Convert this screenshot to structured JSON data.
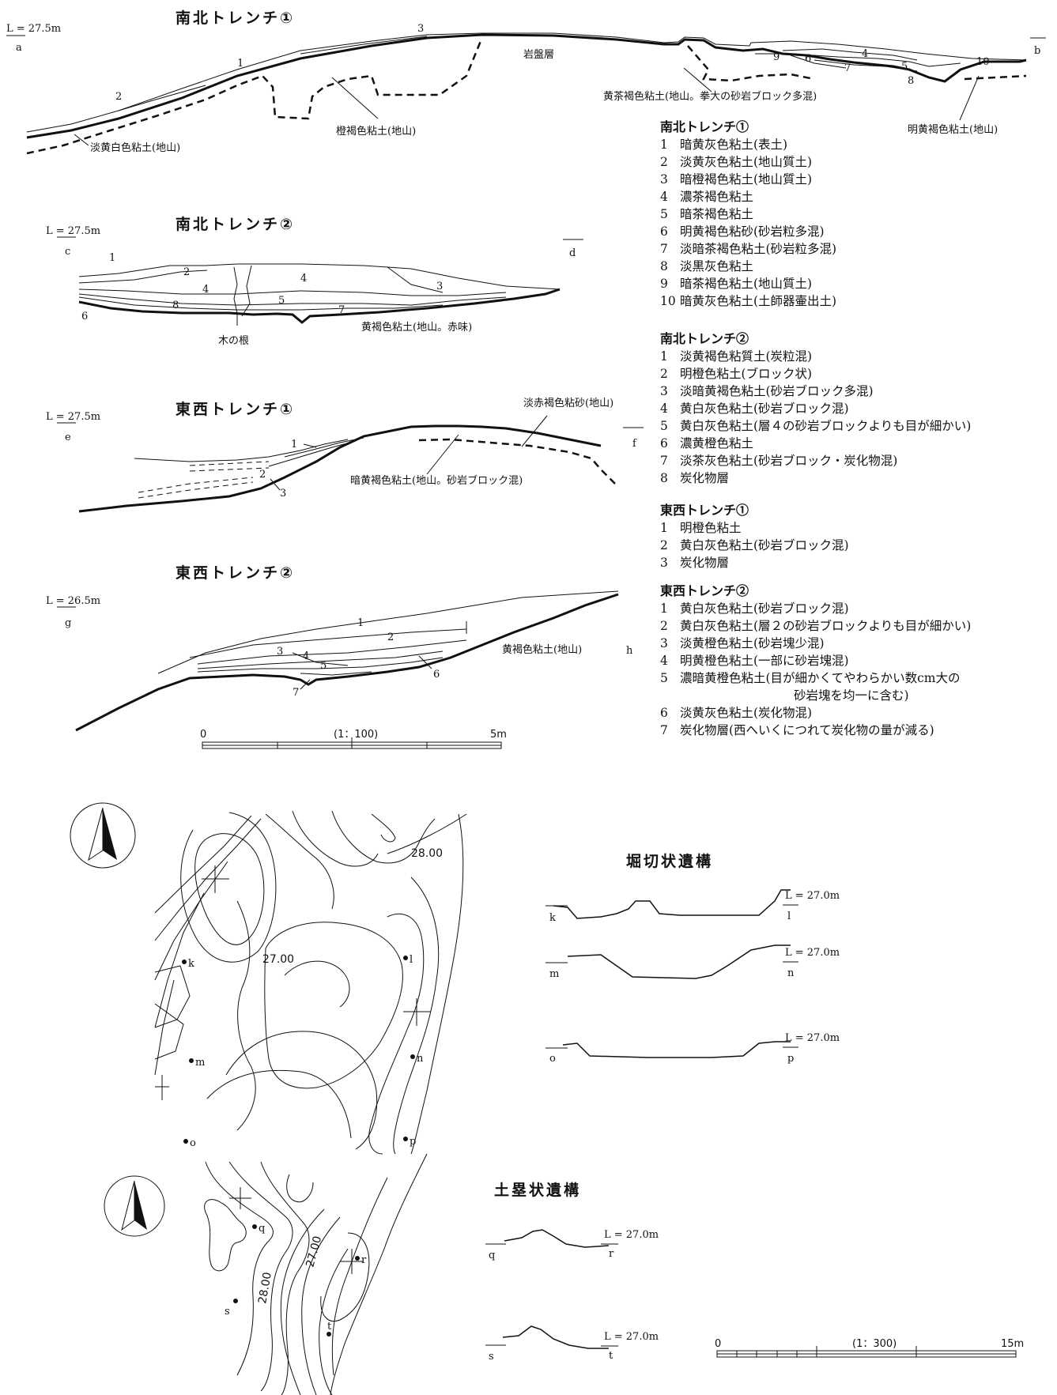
{
  "sections": {
    "ns1": {
      "title": "南北トレンチ①",
      "level": "L = 27.5m",
      "left_mark": "a",
      "right_mark": "b",
      "layer_numbers": [
        "1",
        "2",
        "3",
        "4",
        "5",
        "6",
        "7",
        "8",
        "9",
        "10"
      ],
      "labels": {
        "bedrock": "岩盤層",
        "yellow_brown_clay": "黄茶褐色粘土(地山。拳大の砂岩ブロック多混)",
        "orange_brown_clay": "橙褐色粘土(地山)",
        "light_yellow_white_clay": "淡黄白色粘土(地山)",
        "bright_yellow_brown_clay": "明黄褐色粘土(地山)"
      }
    },
    "ns2": {
      "title": "南北トレンチ②",
      "level": "L = 27.5m",
      "left_mark": "c",
      "right_mark": "d",
      "layer_numbers": [
        "1",
        "2",
        "3",
        "4",
        "4",
        "5",
        "6",
        "7",
        "8"
      ],
      "labels": {
        "root": "木の根",
        "yellow_brown_clay": "黄褐色粘土(地山。赤味)"
      }
    },
    "ew1": {
      "title": "東西トレンチ①",
      "level": "L = 27.5m",
      "left_mark": "e",
      "right_mark": "f",
      "layer_numbers": [
        "1",
        "2",
        "3"
      ],
      "labels": {
        "light_red_brown": "淡赤褐色粘砂(地山)",
        "dark_yellow_brown": "暗黄褐色粘土(地山。砂岩ブロック混)"
      }
    },
    "ew2": {
      "title": "東西トレンチ②",
      "level": "L = 26.5m",
      "left_mark": "g",
      "right_mark": "h",
      "layer_numbers": [
        "1",
        "2",
        "3",
        "4",
        "5",
        "6",
        "7"
      ],
      "labels": {
        "yellow_brown_clay": "黄褐色粘土(地山)"
      }
    }
  },
  "scale_top": {
    "start": "0",
    "ratio": "(1：100)",
    "end": "5m"
  },
  "legend": {
    "ns1": {
      "heading": "南北トレンチ①",
      "items": [
        {
          "num": "1",
          "text": "暗黄灰色粘土(表土)"
        },
        {
          "num": "2",
          "text": "淡黄灰色粘土(地山質土)"
        },
        {
          "num": "3",
          "text": "暗橙褐色粘土(地山質土)"
        },
        {
          "num": "4",
          "text": "濃茶褐色粘土"
        },
        {
          "num": "5",
          "text": "暗茶褐色粘土"
        },
        {
          "num": "6",
          "text": "明黄褐色粘砂(砂岩粒多混)"
        },
        {
          "num": "7",
          "text": "淡暗茶褐色粘土(砂岩粒多混)"
        },
        {
          "num": "8",
          "text": "淡黒灰色粘土"
        },
        {
          "num": "9",
          "text": "暗茶褐色粘土(地山質土)"
        },
        {
          "num": "10",
          "text": "暗黄灰色粘土(土師器壷出土)"
        }
      ]
    },
    "ns2": {
      "heading": "南北トレンチ②",
      "items": [
        {
          "num": "1",
          "text": "淡黄褐色粘質土(炭粒混)"
        },
        {
          "num": "2",
          "text": "明橙色粘土(ブロック状)"
        },
        {
          "num": "3",
          "text": "淡暗黄褐色粘土(砂岩ブロック多混)"
        },
        {
          "num": "4",
          "text": "黄白灰色粘土(砂岩ブロック混)"
        },
        {
          "num": "5",
          "text": "黄白灰色粘土(層４の砂岩ブロックよりも目が細かい)"
        },
        {
          "num": "6",
          "text": "濃黄橙色粘土"
        },
        {
          "num": "7",
          "text": "淡茶灰色粘土(砂岩ブロック・炭化物混)"
        },
        {
          "num": "8",
          "text": "炭化物層"
        }
      ]
    },
    "ew1": {
      "heading": "東西トレンチ①",
      "items": [
        {
          "num": "1",
          "text": "明橙色粘土"
        },
        {
          "num": "2",
          "text": "黄白灰色粘土(砂岩ブロック混)"
        },
        {
          "num": "3",
          "text": "炭化物層"
        }
      ]
    },
    "ew2": {
      "heading": "東西トレンチ②",
      "items": [
        {
          "num": "1",
          "text": "黄白灰色粘土(砂岩ブロック混)"
        },
        {
          "num": "2",
          "text": "黄白灰色粘土(層２の砂岩ブロックよりも目が細かい)"
        },
        {
          "num": "3",
          "text": "淡黄橙色粘土(砂岩塊少混)"
        },
        {
          "num": "4",
          "text": "明黄橙色粘土(一部に砂岩塊混)"
        },
        {
          "num": "5",
          "text": "濃暗黄橙色粘土(目が細かくてやわらかい数cm大の"
        },
        {
          "num": "",
          "text": "砂岩塊を均一に含む)"
        },
        {
          "num": "6",
          "text": "淡黄灰色粘土(炭化物混)"
        },
        {
          "num": "7",
          "text": "炭化物層(西へいくにつれて炭化物の量が減る)"
        }
      ]
    }
  },
  "plan": {
    "moat_title": "堀切状遺構",
    "bank_title": "土塁状遺構",
    "contours_upper": [
      "28.00",
      "27.00"
    ],
    "contours_lower": [
      "28.00",
      "27.00"
    ],
    "points": [
      "k",
      "l",
      "m",
      "n",
      "o",
      "p",
      "q",
      "r",
      "s",
      "t"
    ],
    "profiles": [
      {
        "left": "k",
        "right": "l",
        "level": "L = 27.0m"
      },
      {
        "left": "m",
        "right": "n",
        "level": "L = 27.0m"
      },
      {
        "left": "o",
        "right": "p",
        "level": "L = 27.0m"
      },
      {
        "left": "q",
        "right": "r",
        "level": "L = 27.0m"
      },
      {
        "left": "s",
        "right": "t",
        "level": "L = 27.0m"
      }
    ]
  },
  "scale_bottom": {
    "start": "0",
    "ratio": "(1：300)",
    "end": "15m"
  }
}
